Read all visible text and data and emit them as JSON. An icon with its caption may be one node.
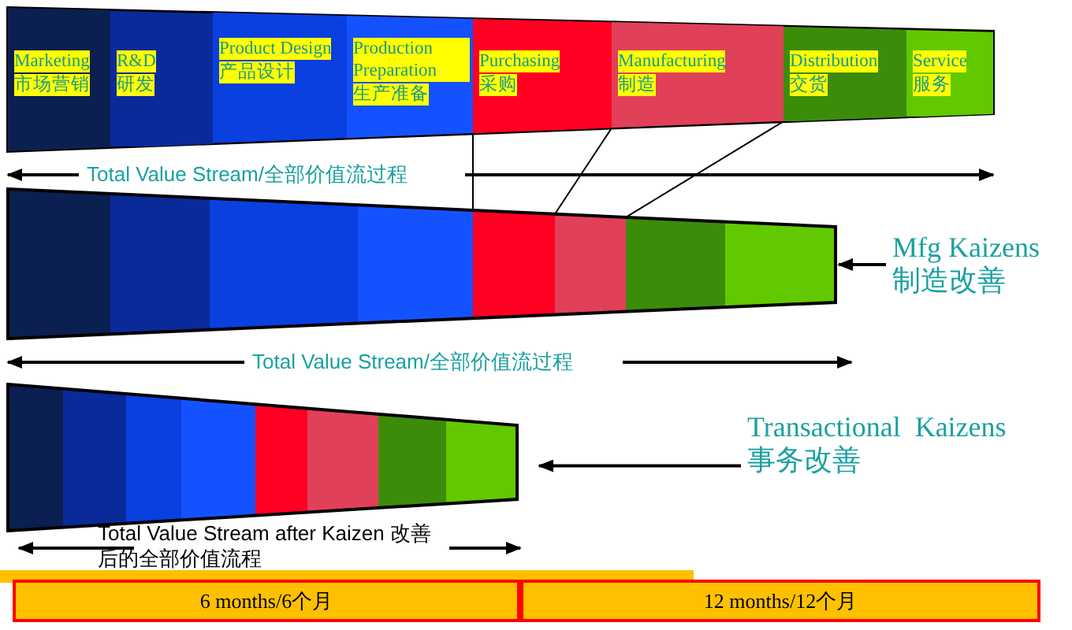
{
  "diagram": {
    "nodes": [
      {
        "text": [
          "Marketing",
          "市场营销"
        ]
      },
      {
        "text": [
          "R&D",
          "研发"
        ]
      },
      {
        "text": [
          "Product Design",
          "产品设计"
        ]
      },
      {
        "text": [
          "Production Preparation",
          "生产准备"
        ]
      },
      {
        "text": [
          "Purchasing",
          "采购"
        ]
      },
      {
        "text": [
          "Manufacturing",
          "制造"
        ]
      },
      {
        "text": [
          "Distribution",
          "交货"
        ]
      },
      {
        "text": [
          "Service",
          "服务"
        ]
      },
      {
        "text": [],
        "shape": "box"
      },
      {
        "text": [
          "Mfg Kaizens",
          "制造改善"
        ]
      },
      {
        "text": [],
        "shape": "box"
      },
      {
        "text": [
          "Transactional  Kaizens",
          "事务改善"
        ]
      },
      {
        "text": [
          "6 months/6个月"
        ]
      },
      {
        "text": [
          "12 months/12个月"
        ]
      }
    ],
    "edges": [
      {
        "from": 4,
        "to": 8,
        "arrow": "none"
      },
      {
        "from": 5,
        "to": 8,
        "arrow": "none"
      },
      {
        "from": 6,
        "to": 8,
        "arrow": "none"
      },
      {
        "from": 9,
        "to": 8,
        "arrow": "to"
      },
      {
        "from": 11,
        "to": 10,
        "arrow": "to"
      }
    ],
    "labels": [
      "Total Value Stream/全部价值流过程",
      "Total Value Stream/全部价值流过程",
      "Total Value Stream after Kaizen 改善后的全部价值流程"
    ]
  }
}
